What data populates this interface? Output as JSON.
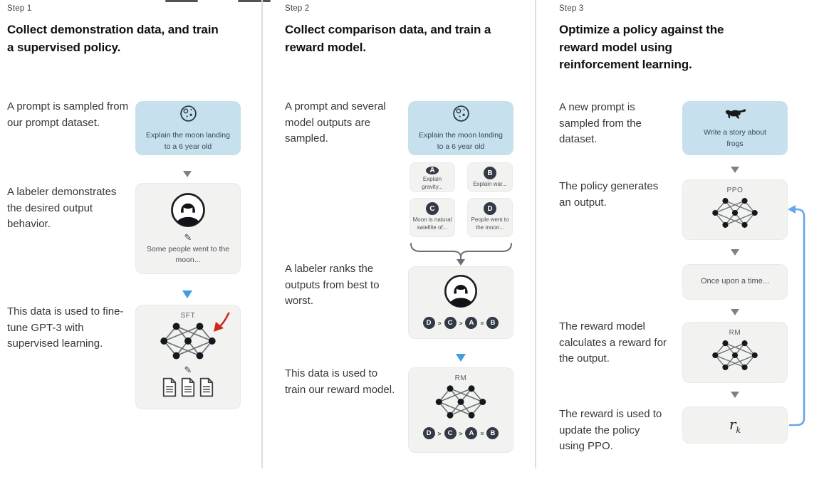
{
  "colors": {
    "prompt_box_bg": "#c7e0ee",
    "panel_bg": "#f2f3f1",
    "blue_arrow": "#3f9de2",
    "gray_arrow": "#7c828b",
    "loop_arrow": "#64a8e8",
    "red_annotation": "#cf2a1c",
    "chip_bg": "#333a46",
    "divider": "#dadedd"
  },
  "icons": {
    "pencil": "✎"
  },
  "step1": {
    "label": "Step 1",
    "title": "Collect demonstration data, and train a supervised policy.",
    "caption_prompt": "A prompt is sampled from our prompt dataset.",
    "caption_labeler": "A labeler demonstrates the desired output behavior.",
    "caption_finetune": "This data is used to fine-tune GPT-3 with supervised learning.",
    "prompt_box_text": "Explain the moon landing to a 6 year old",
    "labeler_box_text": "Some people went to the moon...",
    "sft_label": "SFT"
  },
  "step2": {
    "label": "Step 2",
    "title": "Collect comparison data, and train a reward model.",
    "caption_sampled": "A prompt and several model outputs are sampled.",
    "caption_ranks": "A labeler ranks the outputs from best to worst.",
    "caption_train": "This data is used to train our reward model.",
    "prompt_box_text": "Explain the moon landing to a 6 year old",
    "outputs": {
      "a": {
        "letter": "A",
        "text": "Explain gravity..."
      },
      "b": {
        "letter": "B",
        "text": "Explain war..."
      },
      "c": {
        "letter": "C",
        "text": "Moon is natural satellite of..."
      },
      "d": {
        "letter": "D",
        "text": "People went to the moon..."
      }
    },
    "ranking": {
      "first": "D",
      "sep1": ">",
      "second": "C",
      "sep2": ">",
      "third": "A",
      "sep3": "=",
      "fourth": "B"
    },
    "rm_label": "RM"
  },
  "step3": {
    "label": "Step 3",
    "title": "Optimize a policy against the reward model using reinforcement learning.",
    "caption_prompt": "A new prompt is sampled from the dataset.",
    "caption_policy": "The policy generates an output.",
    "caption_reward": "The reward model calculates a reward for the output.",
    "caption_update": "The reward is used to update the policy using PPO.",
    "prompt_box_text": "Write a story about frogs",
    "ppo_label": "PPO",
    "output_box_text": "Once upon a time...",
    "rm_label": "RM",
    "reward_symbol": "r",
    "reward_subscript": "k"
  }
}
